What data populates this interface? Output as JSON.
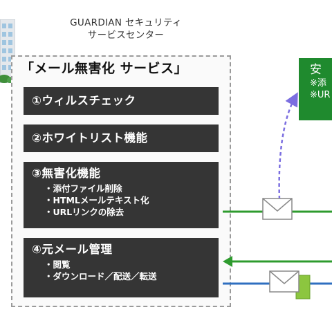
{
  "center": {
    "line1": "GUARDIAN セキュリティ",
    "line2": "サービスセンター"
  },
  "service_title": "「メール無害化 サービス」",
  "features": [
    {
      "label": "①ウィルスチェック",
      "items": []
    },
    {
      "label": "②ホワイトリスト機能",
      "items": []
    },
    {
      "label": "③無害化機能",
      "items": [
        "・添付ファイル削除",
        "・HTMLメールテキスト化",
        "・URLリンクの除去"
      ]
    },
    {
      "label": "④元メール管理",
      "items": [
        "・閲覧",
        "・ダウンロード／配送／転送"
      ]
    }
  ],
  "green_box": {
    "title": "安",
    "line1": "※添",
    "line2": "※UR"
  },
  "colors": {
    "box": "#353535",
    "green": "#1f8a2e",
    "green_line": "#2e9b2e",
    "blue_line": "#2f6fc0",
    "dashed_arrow": "#7b6ee0"
  }
}
